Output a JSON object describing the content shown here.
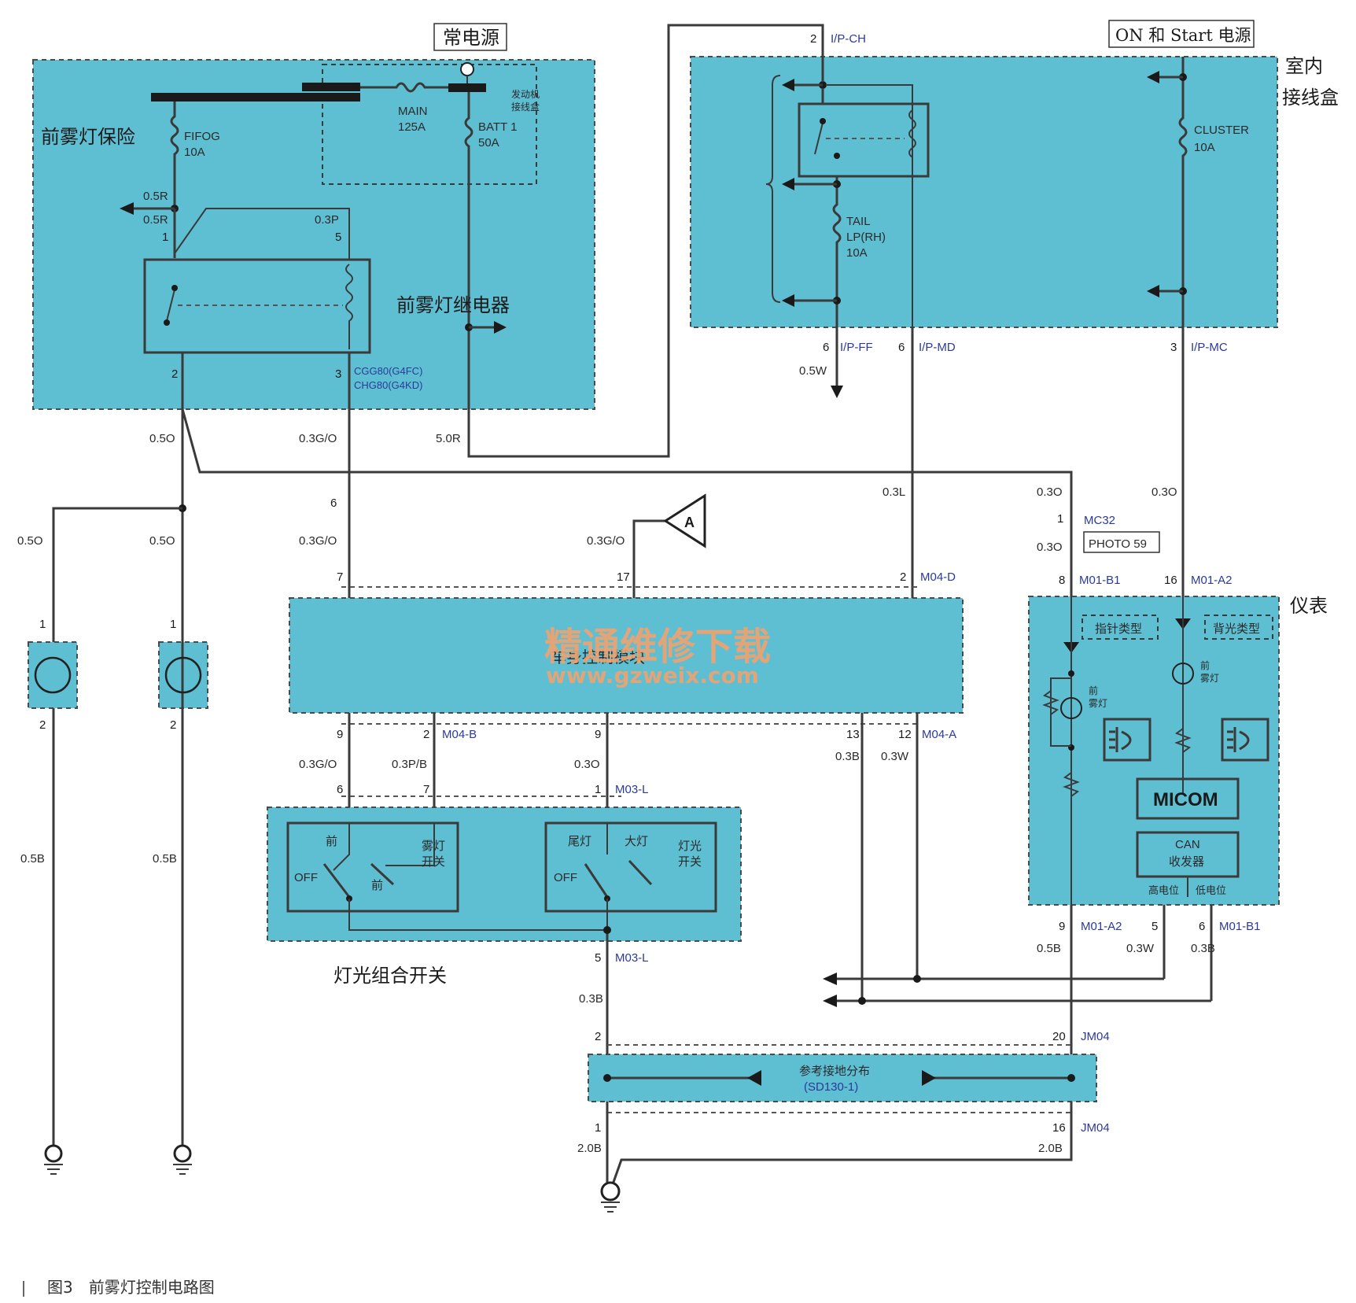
{
  "labels": {
    "constant_power": "常电源",
    "on_start_power": "ON 和 Start 电源",
    "fog_fuse": "前雾灯保险",
    "fog_relay": "前雾灯继电器",
    "indoor_box_1": "室内",
    "indoor_box_2": "接线盒",
    "cluster": "仪表",
    "light_switch": "灯光组合开关",
    "body_module": "车身控制模块",
    "caption": "图3　前雾灯控制电路图",
    "engine_box_1": "发动机",
    "engine_box_2": "接线盒"
  },
  "fuses": {
    "fifog": "FIFOG",
    "fifog_rating": "10A",
    "main": "MAIN",
    "main_rating": "125A",
    "batt": "BATT 1",
    "batt_rating": "50A",
    "tail": "TAIL",
    "tail_sub": "LP(RH)",
    "tail_rating": "10A",
    "cluster": "CLUSTER",
    "cluster_rating": "10A"
  },
  "wires": {
    "w05r_a": "0.5R",
    "w05r_b": "0.5R",
    "w03p": "0.3P",
    "w05o_a": "0.5O",
    "w05o_b": "0.5O",
    "w05o_c": "0.5O",
    "w03go_a": "0.3G/O",
    "w03go_b": "0.3G/O",
    "w03go_c": "0.3G/O",
    "w03go_d": "0.3G/O",
    "w50r": "5.0R",
    "w05w": "0.5W",
    "w03l": "0.3L",
    "w03o_a": "0.3O",
    "w03o_b": "0.3O",
    "w03o_c": "0.3O",
    "w03o_d": "0.3O",
    "w03pb": "0.3P/B",
    "w03b_a": "0.3B",
    "w03b_b": "0.3B",
    "w03b_c": "0.3B",
    "w03w_a": "0.3W",
    "w03w_b": "0.3W",
    "w05b_a": "0.5B",
    "w05b_b": "0.5B",
    "w05b_c": "0.5B",
    "w20b_a": "2.0B",
    "w20b_b": "2.0B"
  },
  "pins": {
    "p1": "1",
    "p5": "5",
    "p2": "2",
    "p3": "3",
    "p2ipch": "2",
    "p6a": "6",
    "p6b": "6",
    "p3ipmc": "3",
    "p6c": "6",
    "p1mc": "1",
    "p7": "7",
    "p17": "17",
    "p2m04d": "2",
    "p8m01": "8",
    "p16m01": "16",
    "p9a": "9",
    "p2m04b": "2",
    "p9b": "9",
    "p13": "13",
    "p12": "12",
    "p6sw": "6",
    "p7sw": "7",
    "p1sw": "1",
    "p5sw": "5",
    "p9m01": "9",
    "p5m01": "5",
    "p6m01": "6",
    "p2jm": "2",
    "p20jm": "20",
    "p1jm": "1",
    "p16jm": "16",
    "p1l": "1",
    "p2l": "2",
    "p1r": "1",
    "p2r": "2"
  },
  "connectors": {
    "cgg80": "CGG80(G4FC)",
    "chg80": "CHG80(G4KD)",
    "ipch": "I/P-CH",
    "ipff": "I/P-FF",
    "ipmd": "I/P-MD",
    "ipmc": "I/P-MC",
    "mc32": "MC32",
    "photo": "PHOTO 59",
    "m04d": "M04-D",
    "m01b1": "M01-B1",
    "m01a2": "M01-A2",
    "m04b": "M04-B",
    "m04a": "M04-A",
    "m03l_a": "M03-L",
    "m03l_b": "M03-L",
    "m01a2b": "M01-A2",
    "m01b1b": "M01-B1",
    "jm04_a": "JM04",
    "jm04_b": "JM04"
  },
  "switch": {
    "fog_label_1": "雾灯",
    "fog_label_2": "开关",
    "front": "前",
    "front2": "前",
    "off_a": "OFF",
    "off_b": "OFF",
    "tail": "尾灯",
    "head": "大灯",
    "light_label_1": "灯光",
    "light_label_2": "开关"
  },
  "cluster_inner": {
    "type_a": "指针类型",
    "type_b": "背光类型",
    "ind_a_1": "前",
    "ind_a_2": "雾灯",
    "ind_b_1": "前",
    "ind_b_2": "雾灯",
    "micom": "MICOM",
    "can": "CAN",
    "can2": "收发器",
    "high": "高电位",
    "low": "低电位"
  },
  "ground_dist": {
    "line1": "参考接地分布",
    "line2": "(SD130-1)"
  },
  "marker": "A",
  "watermark": {
    "text": "精通维修下载",
    "url": "www.gzweix.com"
  }
}
